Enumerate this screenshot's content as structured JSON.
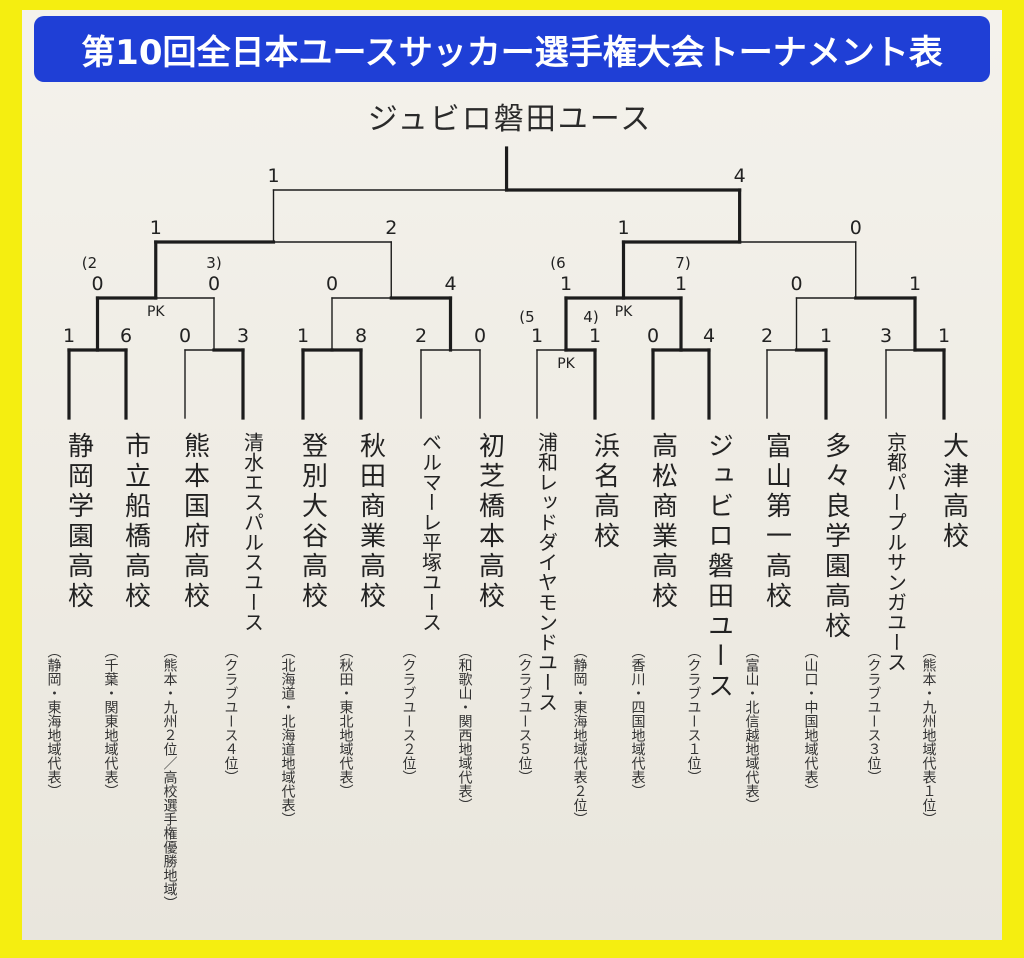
{
  "title": "第10回全日本ユースサッカー選手権大会トーナメント表",
  "champion": "ジュビロ磐田ユース",
  "teams": [
    {
      "name": "静岡学園高校",
      "region": "（静岡・東海地域代表）"
    },
    {
      "name": "市立船橋高校",
      "region": "（千葉・関東地域代表）"
    },
    {
      "name": "熊本国府高校",
      "region": "（熊本・九州２位／高校選手権優勝地域）"
    },
    {
      "name": "清水エスパルスユース",
      "region": "（クラブユース４位）"
    },
    {
      "name": "登別大谷高校",
      "region": "（北海道・北海道地域代表）"
    },
    {
      "name": "秋田商業高校",
      "region": "（秋田・東北地域代表）"
    },
    {
      "name": "ベルマーレ平塚ユース",
      "region": "（クラブユース２位）"
    },
    {
      "name": "初芝橋本高校",
      "region": "（和歌山・関西地域代表）"
    },
    {
      "name": "浦和レッドダイヤモンドユース",
      "region": "（クラブユース５位）"
    },
    {
      "name": "浜名高校",
      "region": "（静岡・東海地域代表２位）"
    },
    {
      "name": "高松商業高校",
      "region": "（香川・四国地域代表）"
    },
    {
      "name": "ジュビロ磐田ユース",
      "region": "（クラブユース１位）"
    },
    {
      "name": "富山第一高校",
      "region": "（富山・北信越地域代表）"
    },
    {
      "name": "多々良学園高校",
      "region": "（山口・中国地域代表）"
    },
    {
      "name": "京都パープルサンガユース",
      "region": "（クラブユース３位）"
    },
    {
      "name": "大津高校",
      "region": "（熊本・九州地域代表１位）"
    }
  ],
  "round1_scores": [
    "1",
    "6",
    "0",
    "3",
    "1",
    "8",
    "2",
    "0",
    "1",
    "1",
    "0",
    "4",
    "2",
    "1",
    "3",
    "1"
  ],
  "round1_pk": [
    "(5",
    "4)"
  ],
  "round2_scores": [
    "0",
    "0",
    "0",
    "4",
    "1",
    "1",
    "0",
    "1"
  ],
  "round2_pk": [
    "(2",
    "3)",
    "(6",
    "7)"
  ],
  "semi_scores": [
    "1",
    "2",
    "1",
    "0"
  ],
  "final_scores": [
    "1",
    "4"
  ],
  "pk_label": "PK",
  "colors": {
    "frame": "#f5ee10",
    "title_bg": "#1f3fd6",
    "title_text": "#ffffff",
    "line": "#1c1c1c"
  }
}
